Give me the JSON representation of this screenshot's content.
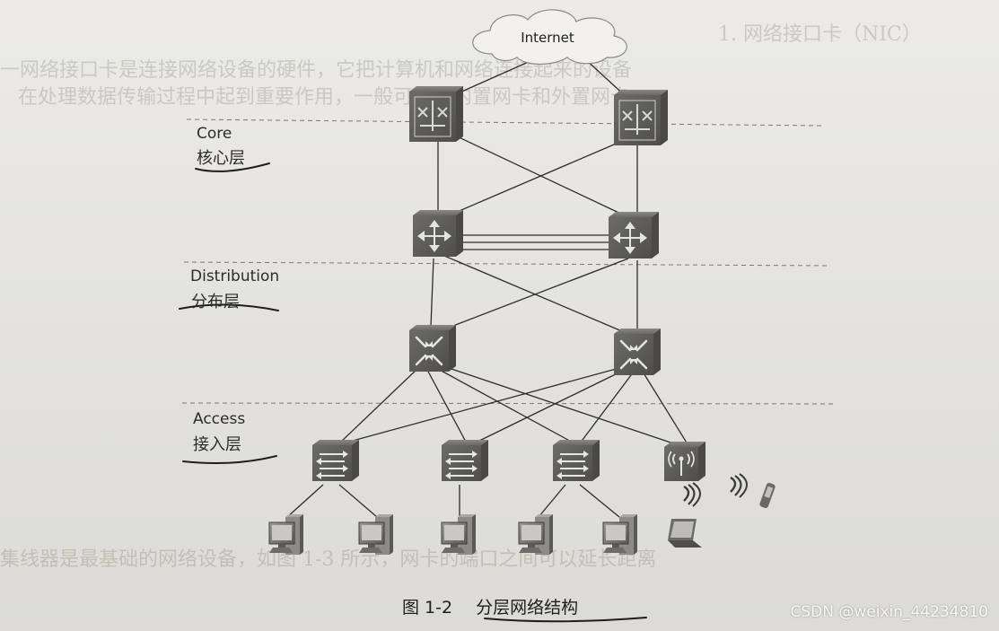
{
  "diagram": {
    "internet_label": "Internet",
    "layers": [
      {
        "en": "Core",
        "cn": "核心层"
      },
      {
        "en": "Distribution",
        "cn": "分布层"
      },
      {
        "en": "Access",
        "cn": "接入层"
      }
    ],
    "caption": {
      "number": "图 1-2",
      "title": "分层网络结构"
    }
  },
  "watermark": "CSDN @weixin_44234810",
  "colors": {
    "device_body": "#6e6d6a",
    "device_face": "#5d5c59",
    "line": "#2f2f2f",
    "dashed": "#7a7a7a"
  },
  "icons": [
    "cloud-icon",
    "firewall-icon",
    "router-icon",
    "core-switch-icon",
    "switch-icon",
    "access-point-icon",
    "computer-icon",
    "laptop-icon",
    "phone-icon",
    "wifi-wave-icon"
  ]
}
